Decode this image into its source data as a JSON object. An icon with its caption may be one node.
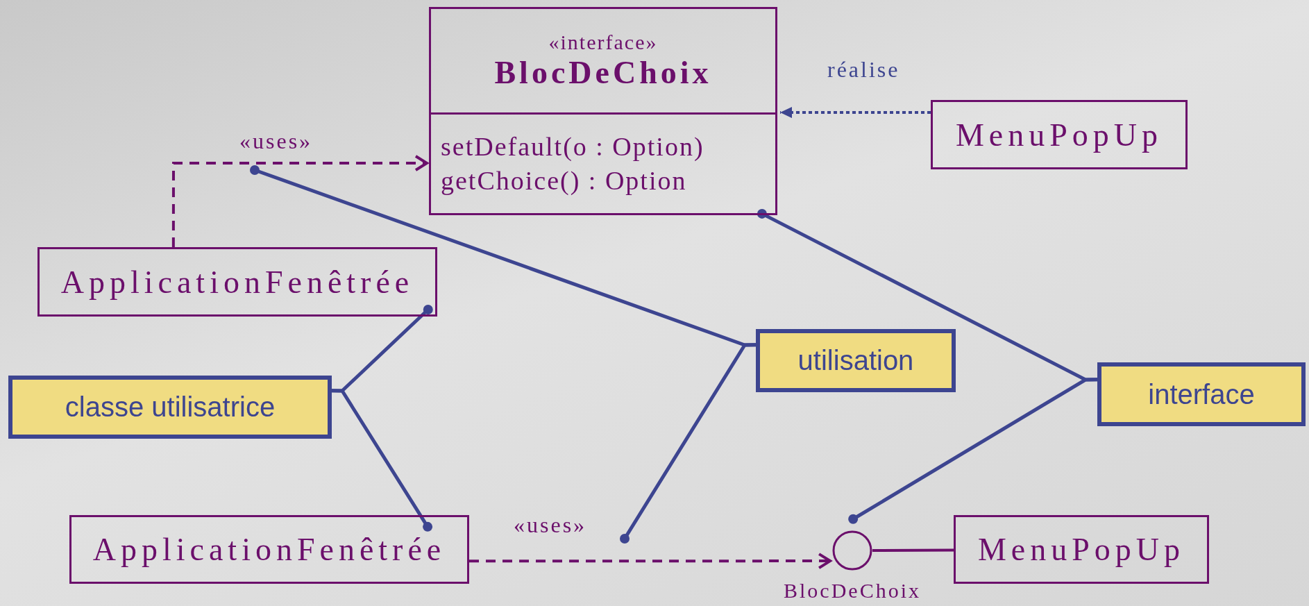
{
  "diagram": {
    "nodes": [
      {
        "text": [
          "«interface»",
          "BlocDeChoix",
          "setDefault(o : Option)",
          "getChoice() : Option"
        ]
      },
      {
        "text": [
          "MenuPopUp"
        ]
      },
      {
        "text": [
          "ApplicationFenêtrée"
        ]
      },
      {
        "text": [
          "classe utilisatrice"
        ]
      },
      {
        "text": [
          "utilisation"
        ]
      },
      {
        "text": [
          "interface"
        ]
      },
      {
        "text": [
          "ApplicationFenêtrée"
        ]
      },
      {
        "text": [],
        "shape": "circle",
        "beside": [
          "BlocDeChoix"
        ]
      },
      {
        "text": [
          "MenuPopUp"
        ]
      }
    ],
    "edges": [
      {
        "from": 2,
        "to": 0,
        "arrow": "to",
        "label": "«uses»",
        "style": "dashed",
        "color": "#6b0f6b"
      },
      {
        "from": 1,
        "to": 0,
        "arrow": "to",
        "label": "réalise",
        "style": "dashed"
      },
      {
        "from": 6,
        "to": 7,
        "arrow": "to",
        "label": "«uses»",
        "style": "dashed",
        "color": "#6b0f6b"
      },
      {
        "from": 7,
        "to": 8,
        "arrow": "none",
        "color": "#6b0f6b"
      },
      {
        "from": 3,
        "to": 2,
        "arrow": "other"
      },
      {
        "from": 3,
        "to": 6,
        "arrow": "other"
      },
      {
        "from": 4,
        "to": null,
        "arrow": "other"
      },
      {
        "from": 4,
        "to": null,
        "arrow": "other"
      },
      {
        "from": 5,
        "to": 0,
        "arrow": "other"
      },
      {
        "from": 5,
        "to": 7,
        "arrow": "other"
      }
    ]
  }
}
